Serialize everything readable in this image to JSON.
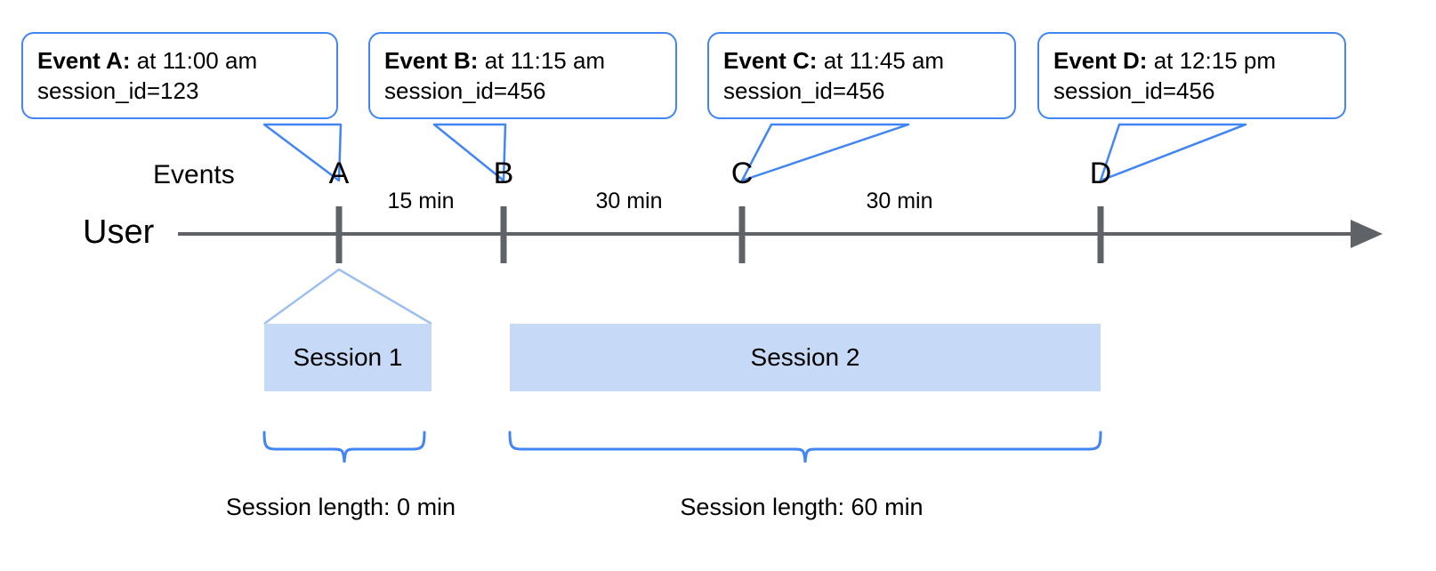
{
  "diagram": {
    "title_hidden": "",
    "colors": {
      "callout_border": "#4285f4",
      "session_fill": "#c6d9f7",
      "axis": "#5f6368",
      "brace": "#4285f4",
      "text": "#000000",
      "background": "#ffffff"
    },
    "row_labels": {
      "events": "Events",
      "user": "User"
    },
    "callouts": [
      {
        "id": "event-a",
        "bold": "Event A:",
        "time_text": " at 11:00 am",
        "session_line": "session_id=123"
      },
      {
        "id": "event-b",
        "bold": "Event B:",
        "time_text": " at 11:15 am",
        "session_line": "session_id=456"
      },
      {
        "id": "event-c",
        "bold": "Event C:",
        "time_text": " at 11:45 am",
        "session_line": "session_id=456"
      },
      {
        "id": "event-d",
        "bold": "Event D:",
        "time_text": " at 12:15 pm",
        "session_line": "session_id=456"
      }
    ],
    "events": [
      {
        "letter": "A"
      },
      {
        "letter": "B"
      },
      {
        "letter": "C"
      },
      {
        "letter": "D"
      }
    ],
    "gaps": [
      {
        "label": "15 min"
      },
      {
        "label": "30 min"
      },
      {
        "label": "30 min"
      }
    ],
    "sessions": [
      {
        "label": "Session 1",
        "length_caption": "Session length: 0 min"
      },
      {
        "label": "Session 2",
        "length_caption": "Session length: 60 min"
      }
    ]
  }
}
